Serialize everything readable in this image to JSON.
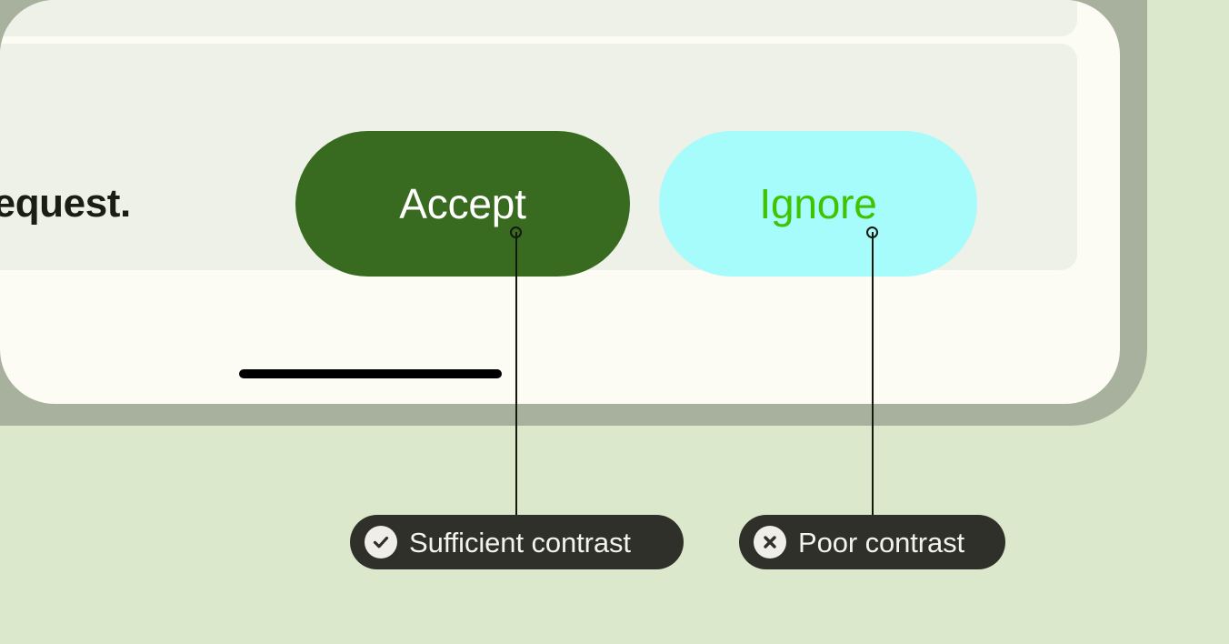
{
  "palette": {
    "page_background": "#dce8cb",
    "device_frame": "#a7b19e",
    "screen_background": "#fcfcf4",
    "row_background": "#edf1e8",
    "accept_button_fill": "#386b20",
    "accept_button_text": "#ffffff",
    "ignore_button_fill": "#a6fbfb",
    "ignore_button_text": "#3ec400",
    "callout_pill_fill": "#2f3029",
    "callout_pill_text": "#f3f3ec",
    "callout_icon_circle": "#efefe7",
    "body_text": "#191d14",
    "home_indicator": "#000000"
  },
  "screen": {
    "message_text": "a request.",
    "buttons": [
      {
        "id": "accept",
        "label": "Accept"
      },
      {
        "id": "ignore",
        "label": "Ignore"
      }
    ],
    "home_indicator_label": "home-indicator"
  },
  "annotations": [
    {
      "id": "sufficient",
      "label": "Sufficient contrast",
      "icon": "check-circle-icon",
      "target": "accept"
    },
    {
      "id": "poor",
      "label": "Poor contrast",
      "icon": "x-circle-icon",
      "target": "ignore"
    }
  ]
}
